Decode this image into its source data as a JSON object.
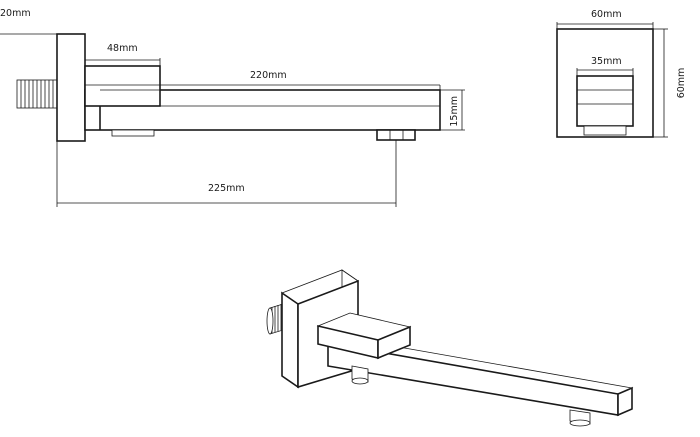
{
  "side_view": {
    "dim_flange_thickness": "20mm",
    "dim_handle_length": "48mm",
    "dim_spout_length": "220mm",
    "dim_spout_height": "15mm",
    "dim_total_reach": "225mm"
  },
  "front_view": {
    "dim_plate_width": "60mm",
    "dim_plate_height": "60mm",
    "dim_handle_width": "35mm"
  },
  "colors": {
    "line": "#1a1a1a",
    "background": "#ffffff"
  }
}
